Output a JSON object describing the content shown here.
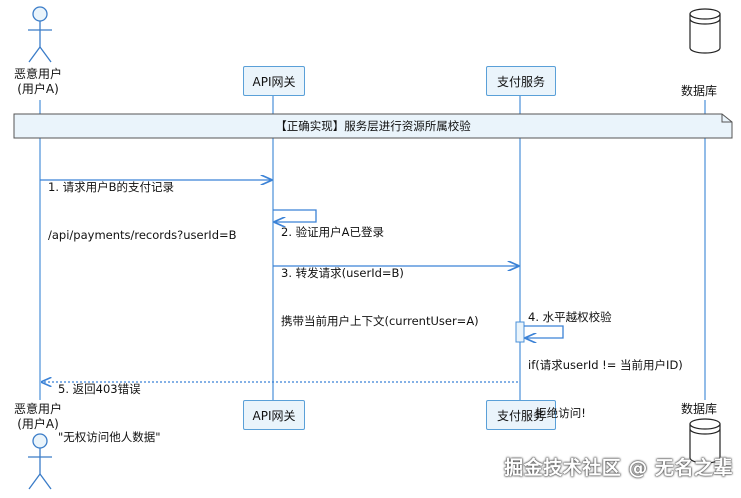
{
  "participants": {
    "attacker": {
      "line1": "恶意用户",
      "line2": "(用户A)"
    },
    "gateway": "API网关",
    "payment": "支付服务",
    "database": "数据库"
  },
  "note": "【正确实现】服务层进行资源所属校验",
  "messages": [
    {
      "line1": "1. 请求用户B的支付记录",
      "line2": "/api/payments/records?userId=B"
    },
    {
      "line1": "2. 验证用户A已登录"
    },
    {
      "line1": "3. 转发请求(userId=B)",
      "line2": "携带当前用户上下文(currentUser=A)"
    },
    {
      "line1": "4. 水平越权校验",
      "line2": "if(请求userId != 当前用户ID)",
      "line3": "  拒绝访问!"
    },
    {
      "line1": "5. 返回403错误",
      "line2": "\"无权访问他人数据\""
    }
  ],
  "watermark": "掘金技术社区 @ 无名之辈",
  "colors": {
    "lifeline": "#4a90d9",
    "box_fill": "#eaf4fb",
    "box_border": "#5aa0d8",
    "note_fill": "#eaf4fb",
    "arrow": "#3b82d6"
  }
}
